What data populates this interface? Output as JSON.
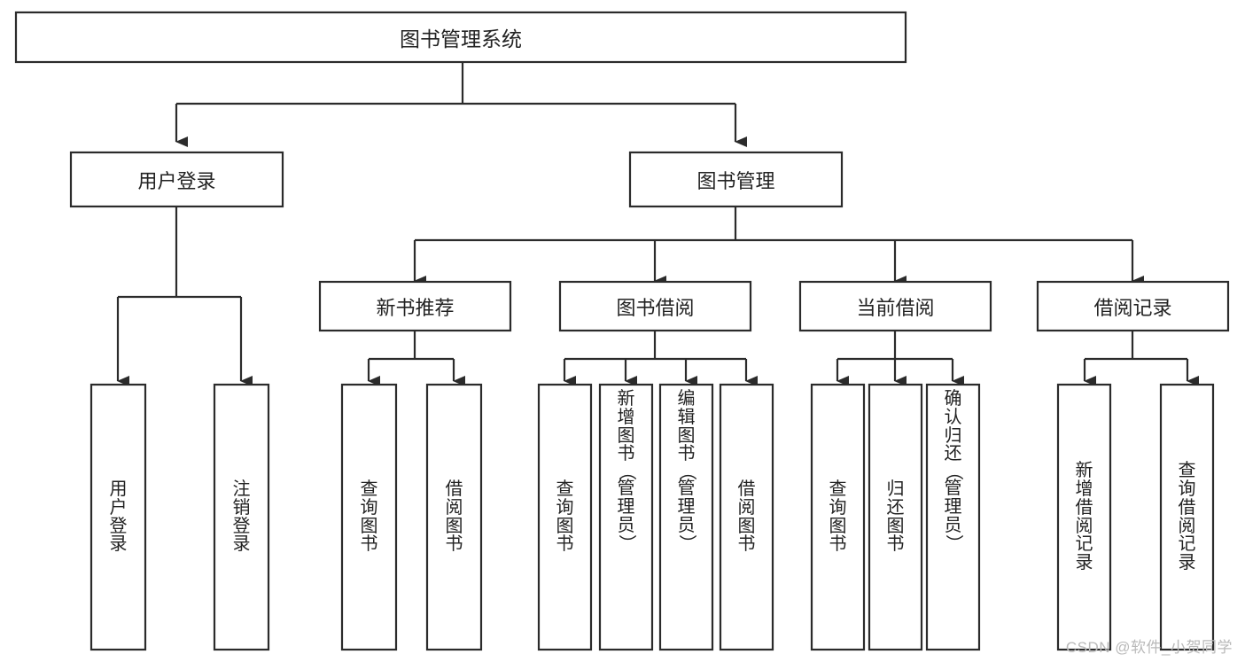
{
  "diagram": {
    "title": "图书管理系统",
    "watermark": "CSDN @软件_小贺同学",
    "root": {
      "label": "图书管理系统"
    },
    "level2": [
      {
        "label": "用户登录"
      },
      {
        "label": "图书管理"
      }
    ],
    "level3": [
      {
        "label": "新书推荐"
      },
      {
        "label": "图书借阅"
      },
      {
        "label": "当前借阅"
      },
      {
        "label": "借阅记录"
      }
    ],
    "leaves": {
      "user_login": [
        {
          "label": "用户登录"
        },
        {
          "label": "注销登录"
        }
      ],
      "new_book_recommend": [
        {
          "label": "查询图书"
        },
        {
          "label": "借阅图书"
        }
      ],
      "book_borrow": [
        {
          "label": "查询图书"
        },
        {
          "label": "新增图书（管理员）"
        },
        {
          "label": "编辑图书（管理员）"
        },
        {
          "label": "借阅图书"
        }
      ],
      "current_borrow": [
        {
          "label": "查询图书"
        },
        {
          "label": "归还图书"
        },
        {
          "label": "确认归还（管理员）"
        }
      ],
      "borrow_records": [
        {
          "label": "新增借阅记录"
        },
        {
          "label": "查询借阅记录"
        }
      ]
    },
    "colors": {
      "stroke": "#2b2b2b",
      "box_fill": "#ffffff",
      "text": "#222222",
      "watermark": "#b9b9b9",
      "background": "#ffffff"
    }
  }
}
